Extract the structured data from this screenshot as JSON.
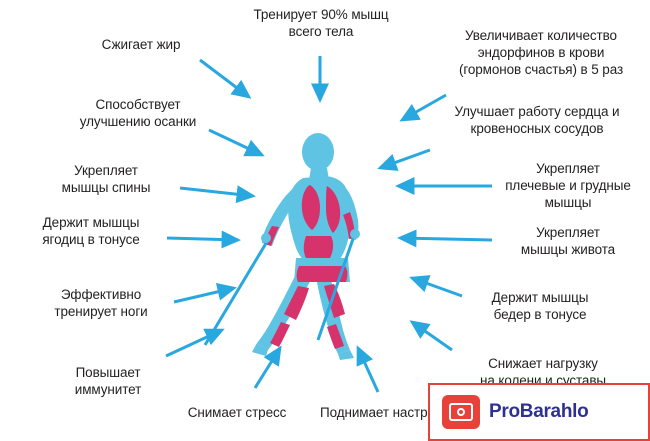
{
  "diagram": {
    "title_subject": "nordic-walking-benefits",
    "colors": {
      "arrow": "#29a8df",
      "body": "#5fc3e4",
      "muscle": "#d6336c",
      "text": "#221f1f",
      "watermark_border": "#e8413a",
      "watermark_text": "#2e3092",
      "watermark_badge": "#e8413a"
    },
    "labels": [
      {
        "id": "burns-fat",
        "text": "Сжигает жир"
      },
      {
        "id": "trains-90-percent",
        "text": "Тренирует 90% мышц\nвсего тела"
      },
      {
        "id": "endorphins",
        "text": "Увеличивает количество\nэндорфинов в крови\n(гормонов счастья) в 5 раз"
      },
      {
        "id": "posture",
        "text": "Способствует\nулучшению осанки"
      },
      {
        "id": "heart-vessels",
        "text": "Улучшает работу сердца и\nкровеносных сосудов"
      },
      {
        "id": "back-muscles",
        "text": "Укрепляет\nмышцы спины"
      },
      {
        "id": "shoulder-chest",
        "text": "Укрепляет\nплечевые и грудные\nмышцы"
      },
      {
        "id": "glutes-tone",
        "text": "Держит мышцы\nягодиц в тонусе"
      },
      {
        "id": "abs",
        "text": "Укрепляет\nмышцы живота"
      },
      {
        "id": "legs-training",
        "text": "Эффективно\nтренирует ноги"
      },
      {
        "id": "hips-tone",
        "text": "Держит мышцы\nбедер в тонусе"
      },
      {
        "id": "immunity",
        "text": "Повышает\nиммунитет"
      },
      {
        "id": "knees-joints",
        "text": "Снижает нагрузку\nна колени и суставы"
      },
      {
        "id": "stress",
        "text": "Снимает стресс"
      },
      {
        "id": "mood",
        "text": "Поднимает настроение"
      }
    ]
  },
  "watermark": {
    "brand": "ProBarahlo",
    "icon": "camera-icon"
  }
}
